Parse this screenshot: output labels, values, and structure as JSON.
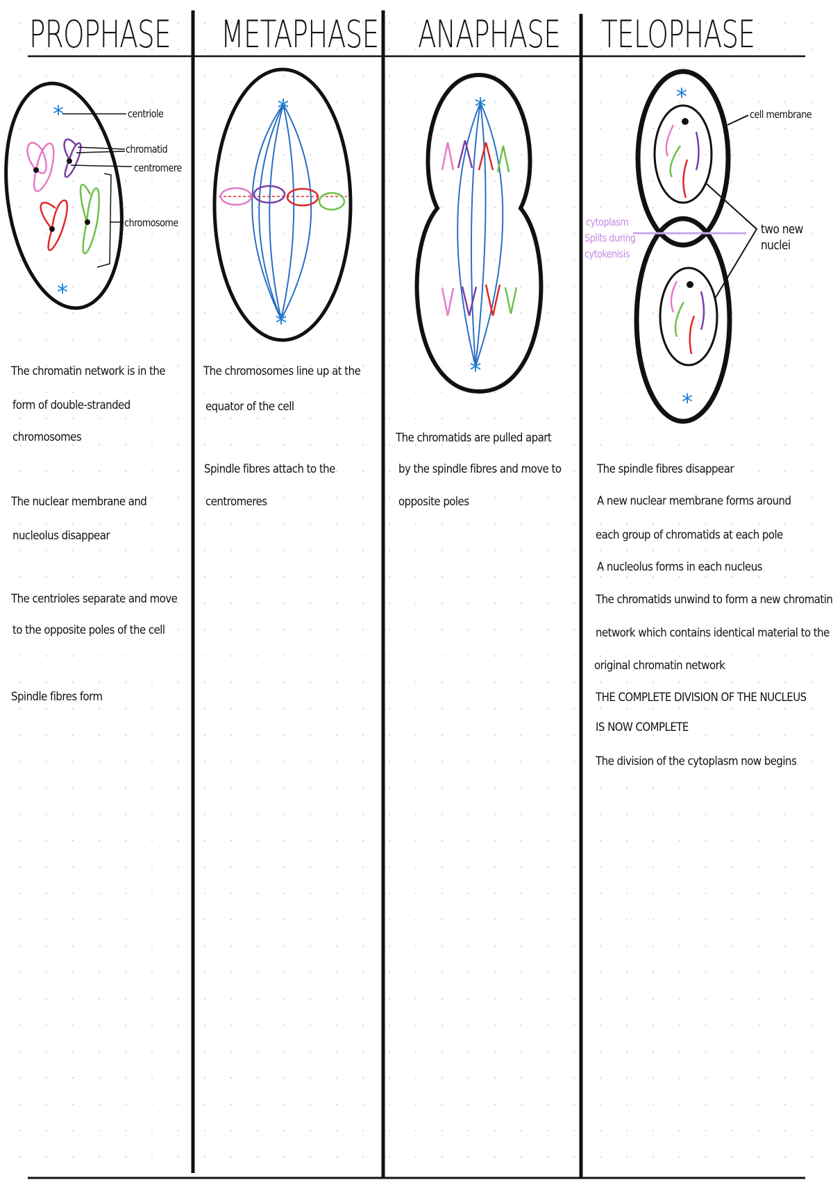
{
  "columns": [
    {
      "title": "PROPHASE",
      "labels": {
        "centriole": "centriole",
        "chromatid": "chromatid",
        "centromere": "centromere",
        "chromosome": "chromosome"
      },
      "lines": [
        "The chromatin network is in the",
        "form of double-stranded",
        "chromosomes",
        "The nuclear membrane and",
        "nucleolus disappear",
        "The centrioles separate and move",
        "to the opposite poles of the cell",
        "Spindle fibres form"
      ]
    },
    {
      "title": "METAPHASE",
      "lines": [
        "The chromosomes line up at the",
        "equator of the cell",
        "Spindle fibres attach to the",
        "centromeres"
      ]
    },
    {
      "title": "ANAPHASE",
      "lines": [
        "The chromatids are pulled apart",
        "by the spindle fibres and move to",
        "opposite poles"
      ]
    },
    {
      "title": "TELOPHASE",
      "labels": {
        "cell_membrane": "cell membrane",
        "two_new_nuclei_1": "two new",
        "two_new_nuclei_2": "nuclei",
        "cytoplasm_1": "cytoplasm",
        "cytoplasm_2": "Splits during",
        "cytoplasm_3": "cytokenisis"
      },
      "lines": [
        "The spindle fibres disappear",
        "A new nuclear membrane forms around",
        "each group of chromatids at each pole",
        "A nucleolus forms in each nucleus",
        "The chromatids unwind to form a new chromatin",
        "network which contains identical material to the",
        "original chromatin network",
        "THE COMPLETE DIVISION OF THE NUCLEUS",
        "IS NOW COMPLETE",
        "The division of the cytoplasm now begins"
      ]
    }
  ],
  "colors": {
    "centriole": "#1a7fd6",
    "spindle": "#2a6fc4",
    "pink": "#e67ac8",
    "purple": "#7b3fa8",
    "red": "#e02828",
    "green": "#6cc04a",
    "annotation": "#c48be0"
  }
}
